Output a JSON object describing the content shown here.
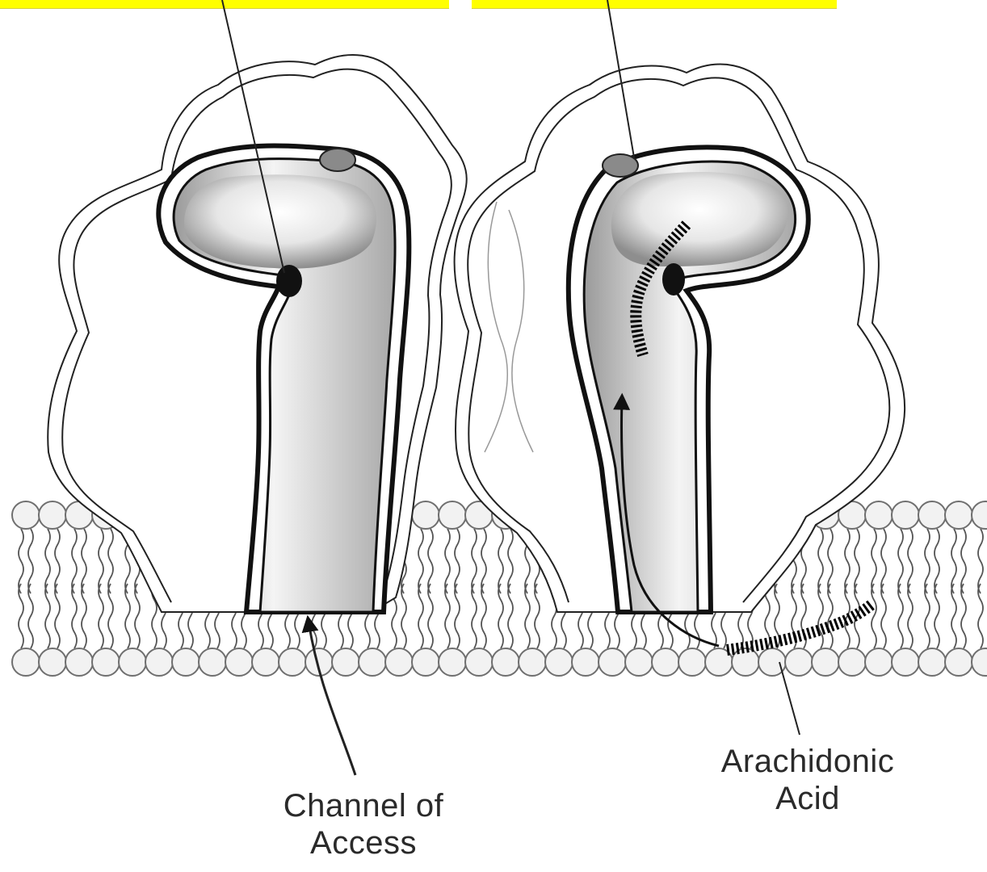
{
  "figure": {
    "label_box_color": "#ffff00",
    "labels": {
      "channel_of_access": [
        "Channel of",
        "Access"
      ],
      "arachidonic_acid": [
        "Arachidonic",
        "Acid"
      ]
    }
  }
}
